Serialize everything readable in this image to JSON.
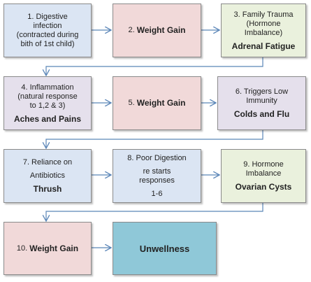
{
  "nodes": {
    "n1": {
      "lines": [
        "1. Digestive",
        "infection",
        "(contracted during",
        "bith of 1st child)"
      ]
    },
    "n2": {
      "prefix": "2. ",
      "bold": "Weight Gain"
    },
    "n3": {
      "lines": [
        "3. Family Trauma",
        "(Hormone",
        "Imbalance)"
      ],
      "bold": "Adrenal Fatigue"
    },
    "n4": {
      "lines": [
        "4. Inflammation",
        "(natural response",
        "to 1,2 & 3)"
      ],
      "bold": "Aches and Pains"
    },
    "n5": {
      "prefix": "5. ",
      "bold": "Weight Gain"
    },
    "n6": {
      "lines": [
        "6. Triggers Low",
        "Immunity"
      ],
      "bold": "Colds and Flu"
    },
    "n7": {
      "lines": [
        "7. Reliance on",
        "Antibiotics"
      ],
      "bold": "Thrush"
    },
    "n8": {
      "lines": [
        "8. Poor Digestion",
        "re starts",
        "responses",
        "1-6"
      ]
    },
    "n9": {
      "lines": [
        "9. Hormone",
        "Imbalance"
      ],
      "bold": "Ovarian Cysts"
    },
    "n10": {
      "prefix": "10. ",
      "bold": "Weight Gain"
    },
    "n11": {
      "bold": "Unwellness"
    }
  },
  "colors": {
    "blue": "#dbe5f3",
    "pink": "#f1d9d9",
    "green": "#eaf1dd",
    "purple": "#e5e0ec",
    "teal": "#8fc8d8",
    "arrow": "#5b86b8"
  }
}
